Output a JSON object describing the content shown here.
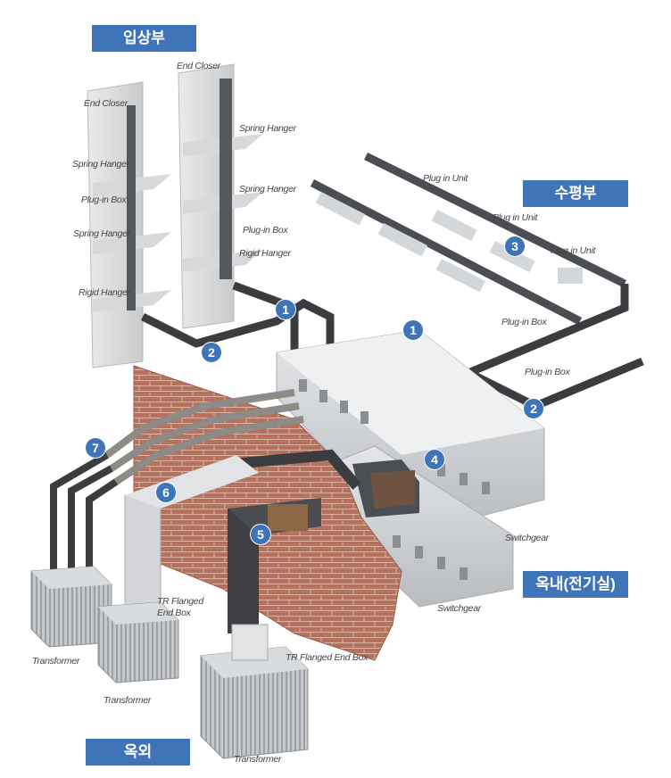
{
  "colors": {
    "badge": "#3f74b9",
    "brick": "#b8715c",
    "panel": "#d9dcdf",
    "duct": "#3a3c40"
  },
  "sections": {
    "riser": "입상부",
    "horizontal": "수평부",
    "indoor": "옥내(전기실)",
    "outdoor": "옥외"
  },
  "markers": [
    "1",
    "1",
    "2",
    "2",
    "3",
    "4",
    "5",
    "6",
    "7"
  ],
  "labels": {
    "end_closer_left": "End Closer",
    "end_closer_right": "End Closer",
    "spring_hanger_l1": "Spring Hanger",
    "plugin_box_l": "Plug-in  Box",
    "spring_hanger_l2": "Spring Hanger",
    "rigid_hanger_l": "Rigid Hanger",
    "spring_hanger_r1": "Spring Hanger",
    "spring_hanger_r2": "Spring Hanger",
    "plugin_box_r": "Plug-in  Box",
    "rigid_hanger_r": "Rigid Hanger",
    "plugin_unit_1": "Plug in Unit",
    "plugin_unit_2": "Plug in Unit",
    "plugin_unit_3": "Plug in Unit",
    "plugin_box_h1": "Plug-in  Box",
    "plugin_box_h2": "Plug-in  Box",
    "switchgear_1": "Switchgear",
    "switchgear_2": "Switchgear",
    "tr_flanged_end_box_1": "TR Flanged\nEnd Box",
    "tr_flanged_end_box_2": "TR Flanged End Box",
    "transformer_1": "Transformer",
    "transformer_2": "Transformer",
    "transformer_3": "Transformer"
  }
}
